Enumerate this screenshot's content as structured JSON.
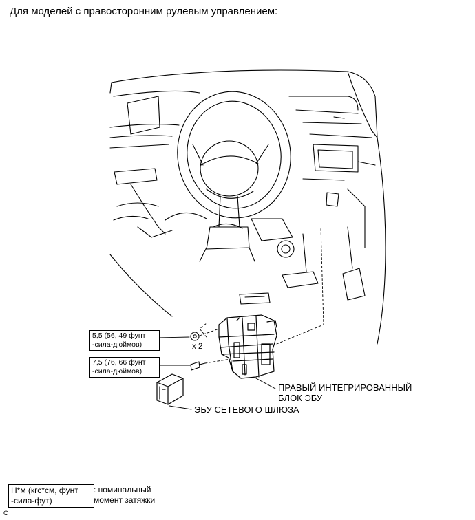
{
  "heading": "Для моделей с правосторонним рулевым управлением:",
  "torque_specs": {
    "upper": {
      "line1": "5,5 (56, 49 фунт",
      "line2": "-сила-дюймов)",
      "multiplier": "x 2"
    },
    "lower": {
      "line1": "7,5 (76, 66 фунт",
      "line2": "-сила-дюймов)"
    }
  },
  "callouts": {
    "right_ecu_line1": "ПРАВЫЙ ИНТЕГРИРОВАННЫЙ",
    "right_ecu_line2": "БЛОК ЭБУ",
    "gateway_ecu": "ЭБУ СЕТЕВОГО ШЛЮЗА"
  },
  "legend": {
    "units_line1": "Н*м (кгс*см, фунт",
    "units_line2": "-сила-фут)",
    "meaning_line1": ": номинальный",
    "meaning_line2": "момент затяжки"
  },
  "corner_code": "C",
  "colors": {
    "line": "#000000",
    "background": "#ffffff"
  }
}
